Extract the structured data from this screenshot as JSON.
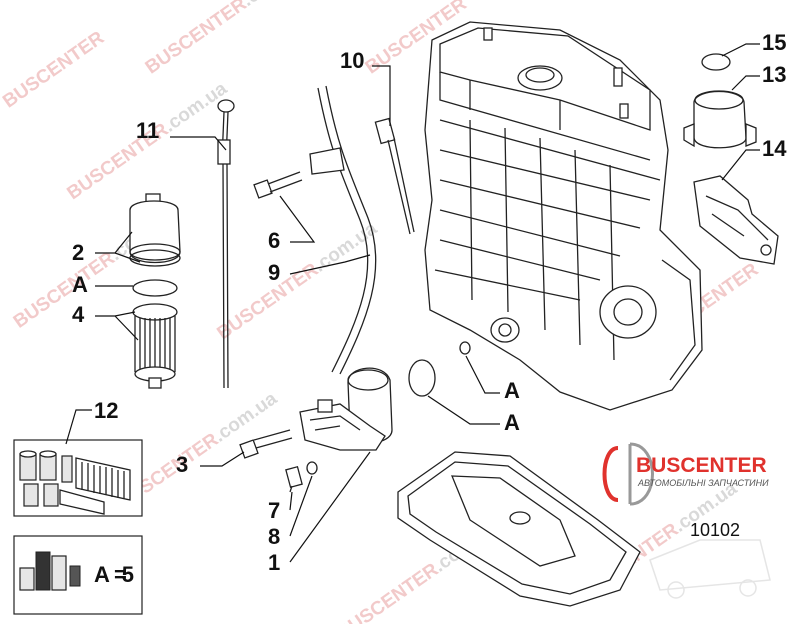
{
  "watermark": {
    "brand": "BUSCENTER",
    "domain": ".com.ua"
  },
  "logo": {
    "name": "BUSCENTER",
    "tagline": "АВТОМОБІЛЬНІ ЗАПЧАСТИНИ"
  },
  "diagram_code": "10102",
  "labels": {
    "l1": "1",
    "l2": "2",
    "l3": "3",
    "l4": "4",
    "l5": "5",
    "l6": "6",
    "l7": "7",
    "l8": "8",
    "l9": "9",
    "l10": "10",
    "l11": "11",
    "l12": "12",
    "l13": "13",
    "l14": "14",
    "l15": "15",
    "a1": "A",
    "a2": "A",
    "a3": "A"
  },
  "kit_legend": {
    "key": "A",
    "equals": "=",
    "value": "5"
  },
  "colors": {
    "brand_red": "#e0322d",
    "line": "#222222",
    "watermark": "#e8a0a0"
  }
}
